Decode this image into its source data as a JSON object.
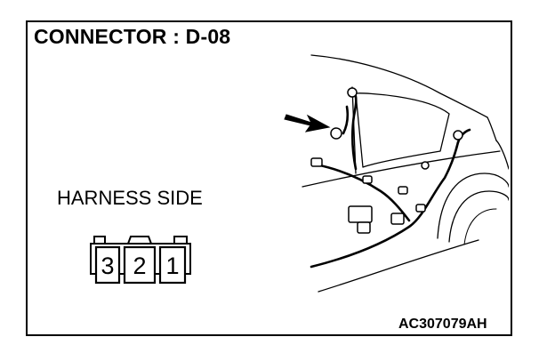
{
  "title": "CONNECTOR : D-08",
  "harness_side_label": "HARNESS SIDE",
  "connector": {
    "pins": [
      "3",
      "2",
      "1"
    ]
  },
  "figure_code": "AC307079AH"
}
